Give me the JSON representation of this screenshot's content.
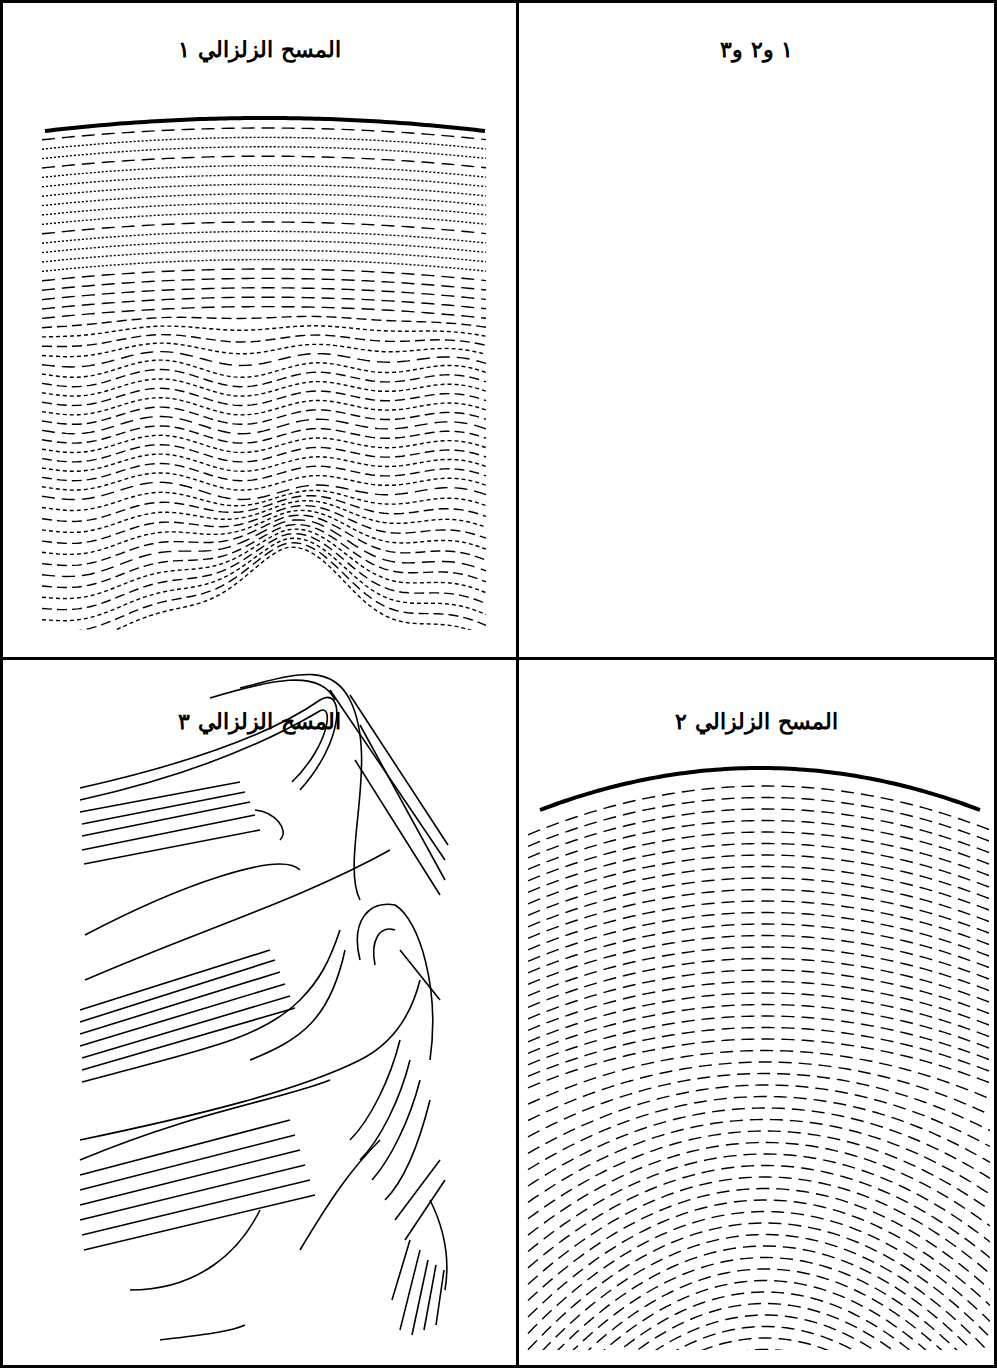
{
  "diagram": {
    "nodes": [
      {
        "text": [
          "١ و٢ و٣"
        ]
      },
      {
        "text": [
          "المسح الزلزالي ١"
        ]
      },
      {
        "text": [
          "المسح الزلزالي ٢"
        ]
      },
      {
        "text": [
          "المسح الزلزالي ٣"
        ]
      }
    ]
  }
}
